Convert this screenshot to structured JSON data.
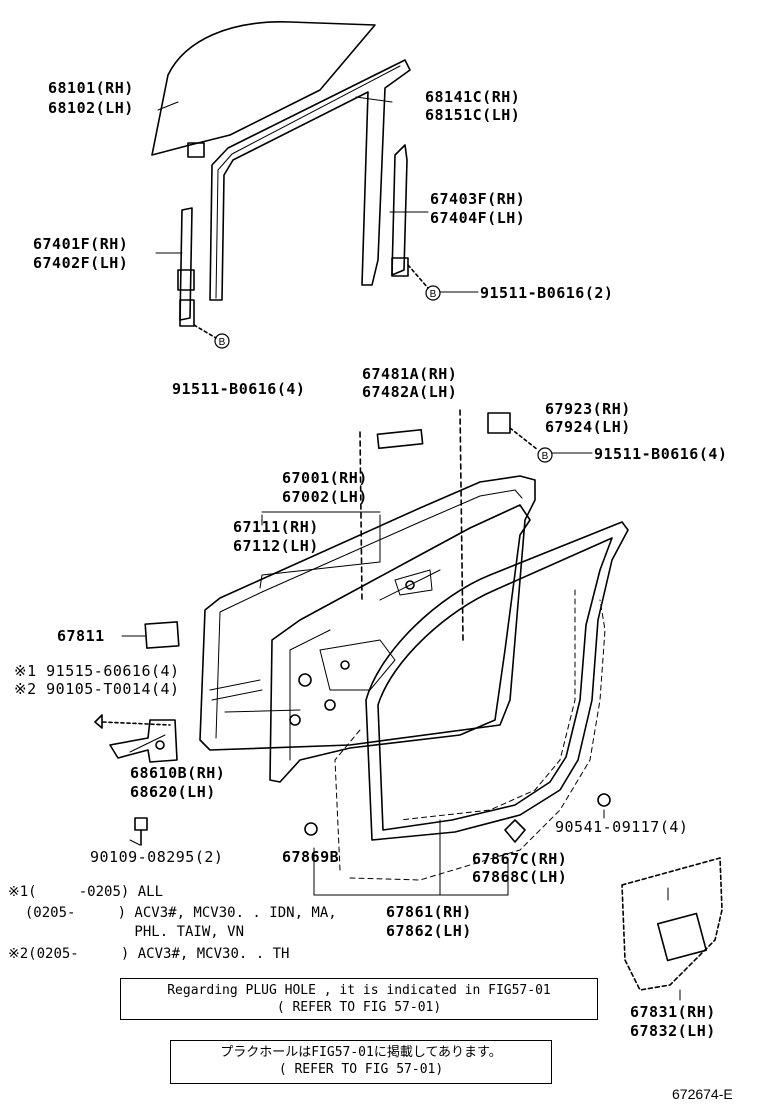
{
  "parts": {
    "p68101": "68101(RH)",
    "p68102": "68102(LH)",
    "p68141c": "68141C(RH)",
    "p68151c": "68151C(LH)",
    "p67403f": "67403F(RH)",
    "p67404f": "67404F(LH)",
    "p67401f": "67401F(RH)",
    "p67402f": "67402F(LH)",
    "bolt_top_right": "91511-B0616(2)",
    "bolt_top_left": "91511-B0616(4)",
    "p67481a": "67481A(RH)",
    "p67482a": "67482A(LH)",
    "p67923": "67923(RH)",
    "p67924": "67924(LH)",
    "bolt_mid_right": "91511-B0616(4)",
    "p67001": "67001(RH)",
    "p67002": "67002(LH)",
    "p67111": "67111(RH)",
    "p67112": "67112(LH)",
    "p67811": "67811",
    "p91515": "※1 91515-60616(4)",
    "p90105": "※2 90105-T0014(4)",
    "p68610b": "68610B(RH)",
    "p68620": "68620(LH)",
    "p90541": "90541-09117(4)",
    "p90109": "90109-08295(2)",
    "p67869b": "67869B",
    "p67867c": "67867C(RH)",
    "p67868c": "67868C(LH)",
    "p67861": "67861(RH)",
    "p67862": "67862(LH)",
    "p67831": "67831(RH)",
    "p67832": "67832(LH)"
  },
  "bolt_marker": "B",
  "notes": {
    "n1": "※1(     -0205) ALL",
    "n2": "  (0205-     ) ACV3#, MCV30. . IDN, MA,",
    "n3": "               PHL. TAIW, VN",
    "n4": "※2(0205-     ) ACV3#, MCV30. . TH"
  },
  "box_en": {
    "line1": "Regarding PLUG HOLE , it is indicated in FIG57-01",
    "line2": "( REFER TO FIG 57-01)"
  },
  "box_jp": {
    "line1": "プラクホールはFIG57-01に掲載してあります。",
    "line2": "( REFER TO FIG 57-01)"
  },
  "figure_id": "672674-E"
}
